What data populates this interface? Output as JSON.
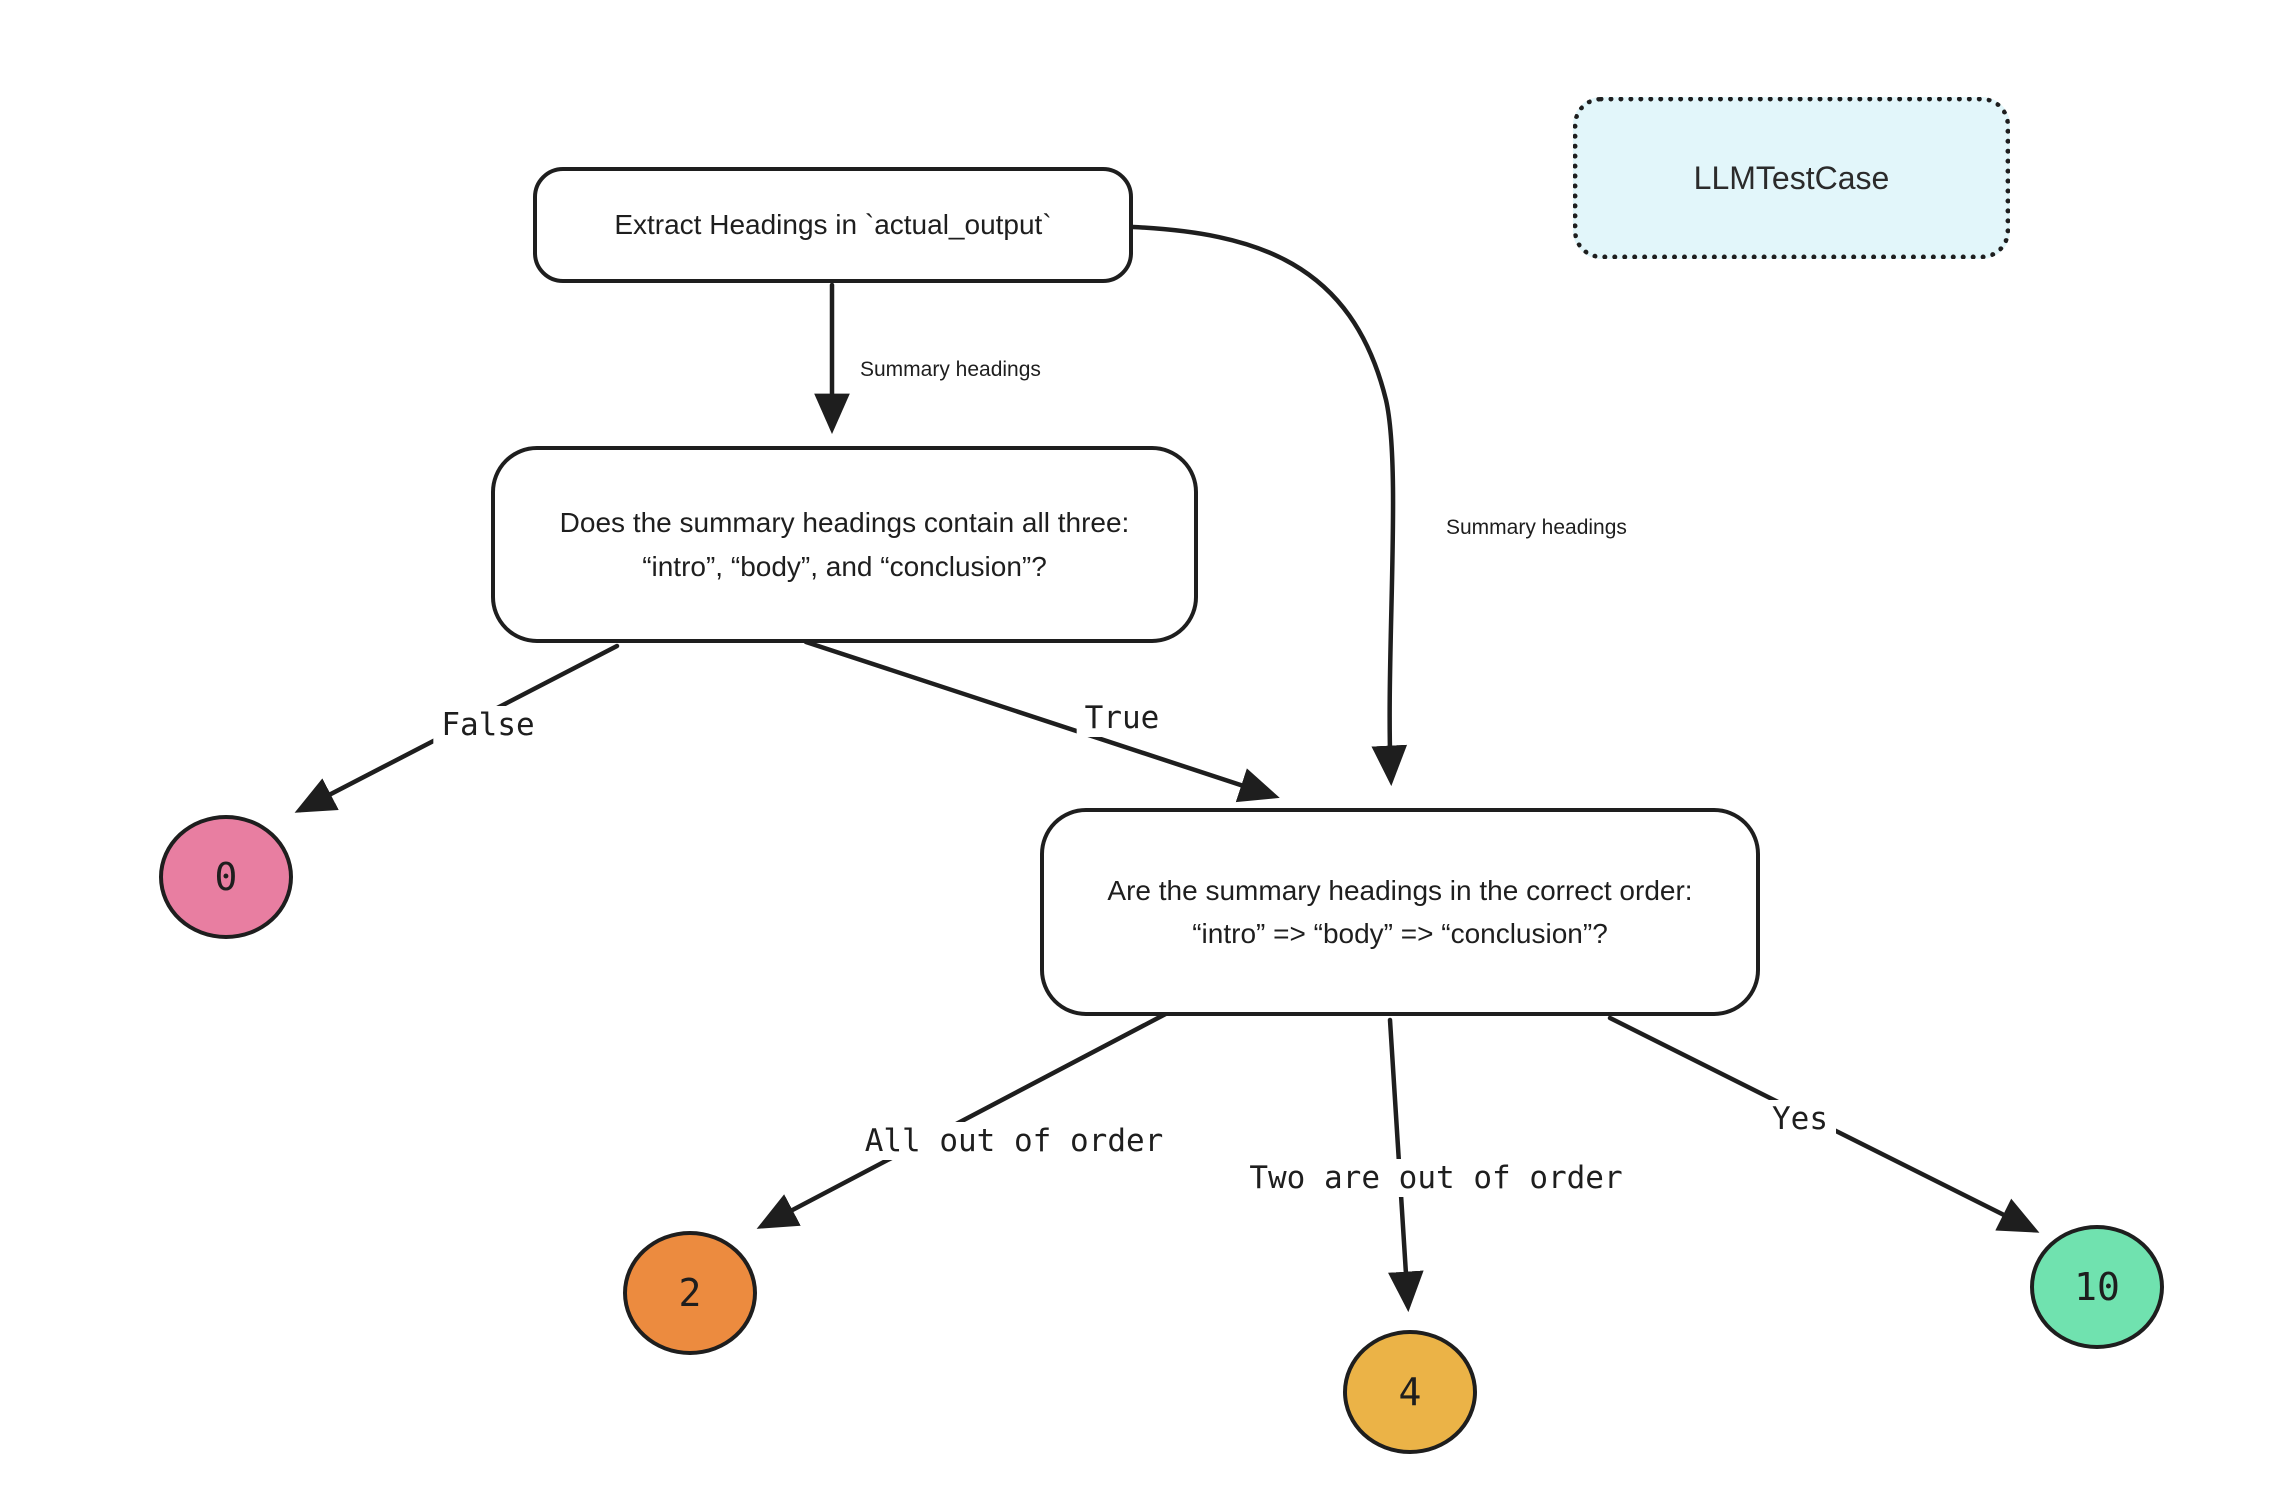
{
  "badge": {
    "label": "LLMTestCase"
  },
  "nodes": {
    "extract": {
      "label": "Extract Headings in `actual_output`"
    },
    "contains_check": {
      "line1": "Does the summary headings contain all three:",
      "line2": "“intro”, “body”, and “conclusion”?"
    },
    "order_check": {
      "line1": "Are the summary headings in the correct order:",
      "line2": "“intro” => “body” => “conclusion”?"
    }
  },
  "edge_labels": {
    "extract_to_contains": "Summary headings",
    "extract_to_order": "Summary headings",
    "contains_false": "False",
    "contains_true": "True",
    "order_all_out": "All out of order",
    "order_two_out": "Two are out of order",
    "order_yes": "Yes"
  },
  "scores": {
    "false_path": "0",
    "all_out_path": "2",
    "two_out_path": "4",
    "yes_path": "10"
  },
  "colors": {
    "ink": "#1e1e1e",
    "badge_fill": "#e2f6fa",
    "score_0_fill": "#e87ea1",
    "score_2_fill": "#ec8b3f",
    "score_4_fill": "#ebb347",
    "score_10_fill": "#70e2af"
  }
}
